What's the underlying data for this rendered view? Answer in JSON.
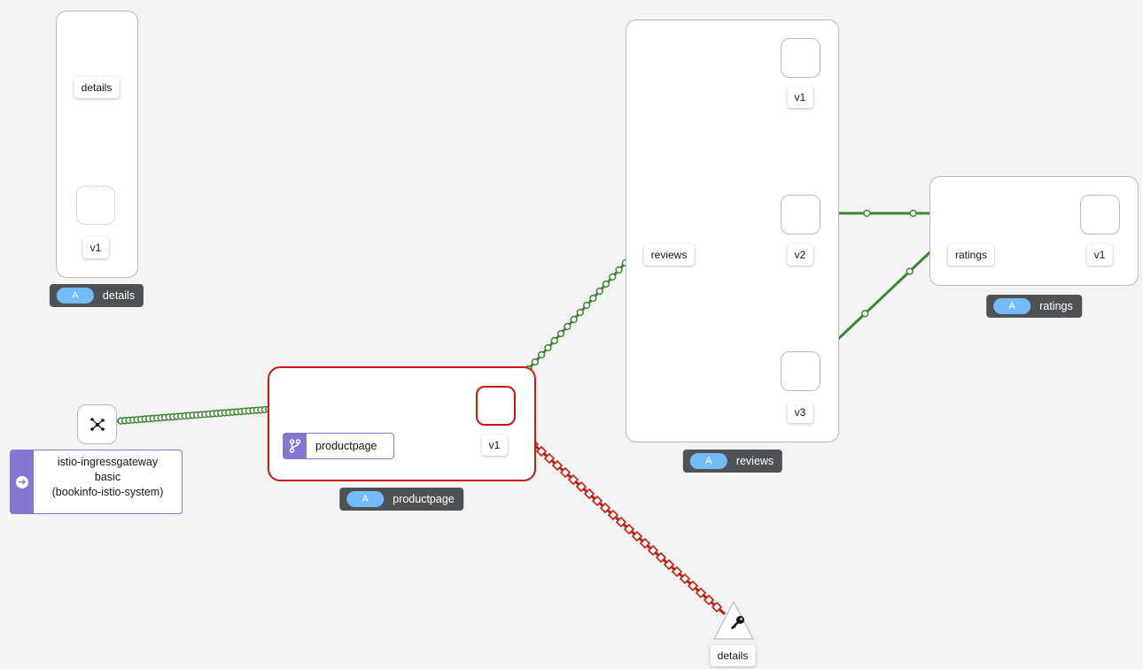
{
  "groups": {
    "details_box": {
      "badge": "A",
      "label": "details"
    },
    "productpage_box": {
      "badge": "A",
      "label": "productpage"
    },
    "reviews_box": {
      "badge": "A",
      "label": "reviews"
    },
    "ratings_box": {
      "badge": "A",
      "label": "ratings"
    }
  },
  "nodes": {
    "details_service": "details",
    "details_v1": "v1",
    "productpage_service": "productpage",
    "productpage_v1": "v1",
    "reviews_service": "reviews",
    "reviews_v1": "v1",
    "reviews_v2": "v2",
    "reviews_v3": "v3",
    "ratings_service": "ratings",
    "ratings_v1": "v1",
    "external_details": "details",
    "gateway": {
      "line1": "istio-ingressgateway",
      "line2": "basic",
      "line3": "(bookinfo-istio-system)"
    }
  },
  "colors": {
    "healthy_edge": "#3e8635",
    "failing_edge": "#c9190b",
    "badge_bg": "#4f5255",
    "badge_pill": "#73bcf7",
    "service_accent": "#8476d1"
  },
  "icons": {
    "gateway_node": "network-icon",
    "productpage_label": "branch-icon",
    "gateway_label": "arrow-circle-icon",
    "external_details": "key-icon"
  }
}
